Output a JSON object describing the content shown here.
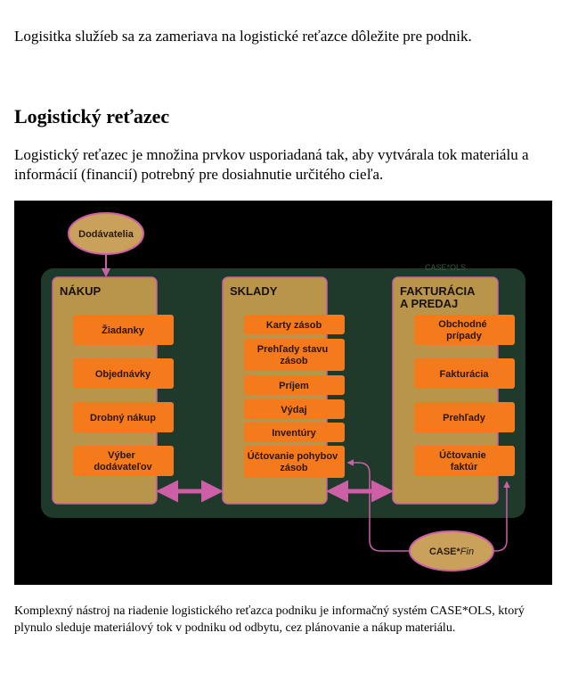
{
  "intro_text": "Logisitka služíeb sa za zameriava na logistické reťazce dôležite pre podnik.",
  "section_title": "Logistický reťazec",
  "definition_text": "Logistický reťazec je množina prvkov usporiadaná tak, aby vytvárala tok materiálu a informácií (financií) potrebný pre dosiahnutie určitého cieľa.",
  "diagram": {
    "supplier": "Dodávatelia",
    "watermark": "CASE*OLS",
    "finance": {
      "prefix": "CASE*",
      "suffix": "Fin"
    },
    "columns": {
      "nakup": {
        "title": "NÁKUP",
        "items": [
          "Žiadanky",
          "Objednávky",
          "Drobný nákup",
          "Výber dodávateľov"
        ]
      },
      "sklady": {
        "title": "SKLADY",
        "items": [
          "Karty zásob",
          "Prehľady stavu zásob",
          "Príjem",
          "Výdaj",
          "Inventúry",
          "Účtovanie pohybov zásob"
        ]
      },
      "fakturacia": {
        "title_line1": "FAKTURÁCIA",
        "title_line2": "A PREDAJ",
        "items": [
          "Obchodné prípady",
          "Fakturácia",
          "Prehľady",
          "Účtovanie faktúr"
        ]
      }
    },
    "colors": {
      "background": "#000000",
      "panel": "#1f3a2b",
      "column": "#b8954a",
      "item": "#f47a1c",
      "arrow": "#cc5fa6",
      "oval": "#c9a15a"
    }
  },
  "caption_text": "Komplexný nástroj na riadenie logistického reťazca podniku je informačný systém CASE*OLS, ktorý plynulo sleduje materiálový tok v podniku od odbytu, cez plánovanie a nákup materiálu."
}
